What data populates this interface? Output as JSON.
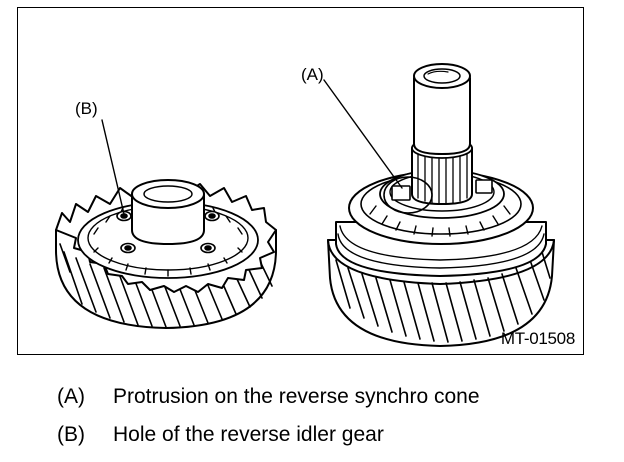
{
  "figure": {
    "callouts": [
      {
        "key": "B",
        "label": "(B)"
      },
      {
        "key": "A",
        "label": "(A)"
      }
    ],
    "figure_id": "MT-01508"
  },
  "legend": [
    {
      "key": "(A)",
      "text": "Protrusion on the reverse synchro cone"
    },
    {
      "key": "(B)",
      "text": "Hole of the reverse idler gear"
    }
  ]
}
